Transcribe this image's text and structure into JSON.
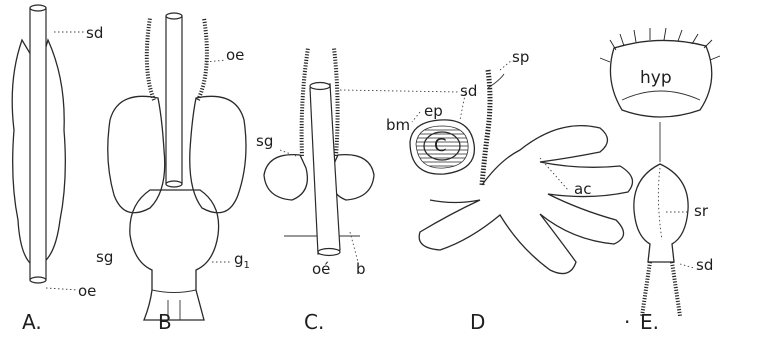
{
  "panels": [
    "A.",
    "B",
    "C.",
    "D",
    "E."
  ],
  "panel_e_prefix": "·",
  "labels": {
    "sd_a": "sd",
    "oe_b": "oe",
    "sg_a": "sg",
    "oe_a": "oe",
    "g1_b": "g",
    "g1_b_sub": "1",
    "sg_c": "sg",
    "oe_c": "oé",
    "b_c": "b",
    "sd_shared": "sd",
    "sp_d": "sp",
    "ep_d": "ep",
    "bm_d": "bm",
    "c_d": "C",
    "ac_d": "ac",
    "hyp_e": "hyp",
    "sr_e": "sr",
    "sd_e": "sd"
  }
}
